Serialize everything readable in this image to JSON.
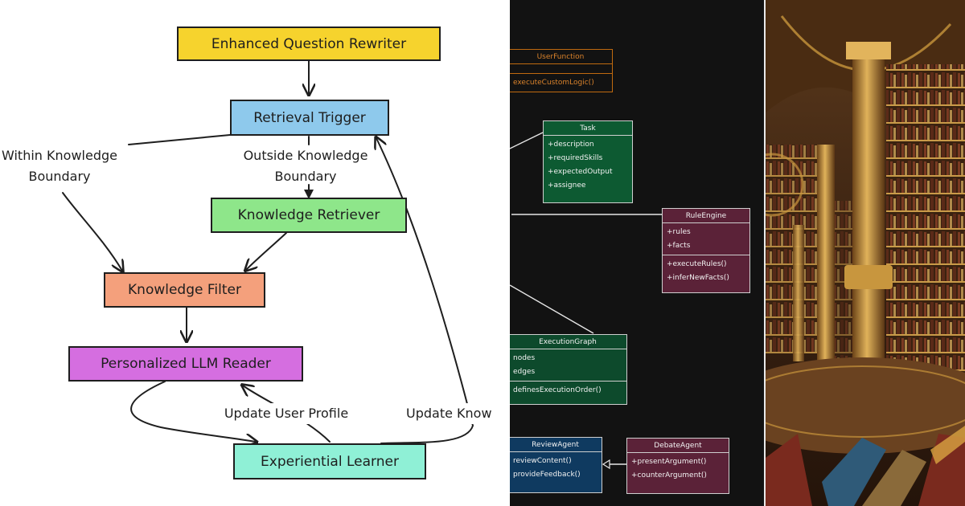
{
  "flow_diagram": {
    "nodes": [
      {
        "id": "rewriter",
        "label": "Enhanced Question Rewriter",
        "color": "#f6d32d"
      },
      {
        "id": "trigger",
        "label": "Retrieval Trigger",
        "color": "#8ec9ec"
      },
      {
        "id": "retriever",
        "label": "Knowledge Retriever",
        "color": "#8ee68a"
      },
      {
        "id": "filter",
        "label": "Knowledge Filter",
        "color": "#f4a07c"
      },
      {
        "id": "reader",
        "label": "Personalized LLM Reader",
        "color": "#d56ee0"
      },
      {
        "id": "learner",
        "label": "Experiential Learner",
        "color": "#8ff0d6"
      }
    ],
    "edge_labels": {
      "within": "Within Knowledge\nBoundary",
      "outside": "Outside Knowledge\nBoundary",
      "update_profile": "Update User Profile",
      "update_know": "Update Know"
    }
  },
  "uml_diagram": {
    "classes": [
      {
        "id": "userfunction",
        "name": "UserFunction",
        "sections": [
          [],
          [
            "executeCustomLogic()"
          ]
        ],
        "color": "#c06a10"
      },
      {
        "id": "task",
        "name": "Task",
        "sections": [
          [
            "+description",
            "+requiredSkills",
            "+expectedOutput",
            "+assignee"
          ]
        ],
        "color": "#0d5a32"
      },
      {
        "id": "ruleengine",
        "name": "RuleEngine",
        "sections": [
          [
            "+rules",
            "+facts"
          ],
          [
            "+executeRules()",
            "+inferNewFacts()"
          ]
        ],
        "color": "#5b2238"
      },
      {
        "id": "executiongraph",
        "name": "ExecutionGraph",
        "sections": [
          [
            "nodes",
            "edges"
          ],
          [
            "definesExecutionOrder()"
          ]
        ],
        "color": "#0d4a2c"
      },
      {
        "id": "reviewagent",
        "name": "ReviewAgent",
        "sections": [
          [
            "reviewContent()",
            "provideFeedback()"
          ]
        ],
        "color": "#0f3a60"
      },
      {
        "id": "debateagent",
        "name": "DebateAgent",
        "sections": [
          [
            "+presentArgument()",
            "+counterArgument()"
          ]
        ],
        "color": "#5b2238"
      }
    ]
  },
  "illustration": {
    "subject": "ornate-library-hall",
    "colors": {
      "gold": "#d9a441",
      "wood": "#5a341a",
      "shadow": "#2a170b",
      "blue_book": "#2f5a78",
      "red_book": "#7a2a1e"
    }
  }
}
